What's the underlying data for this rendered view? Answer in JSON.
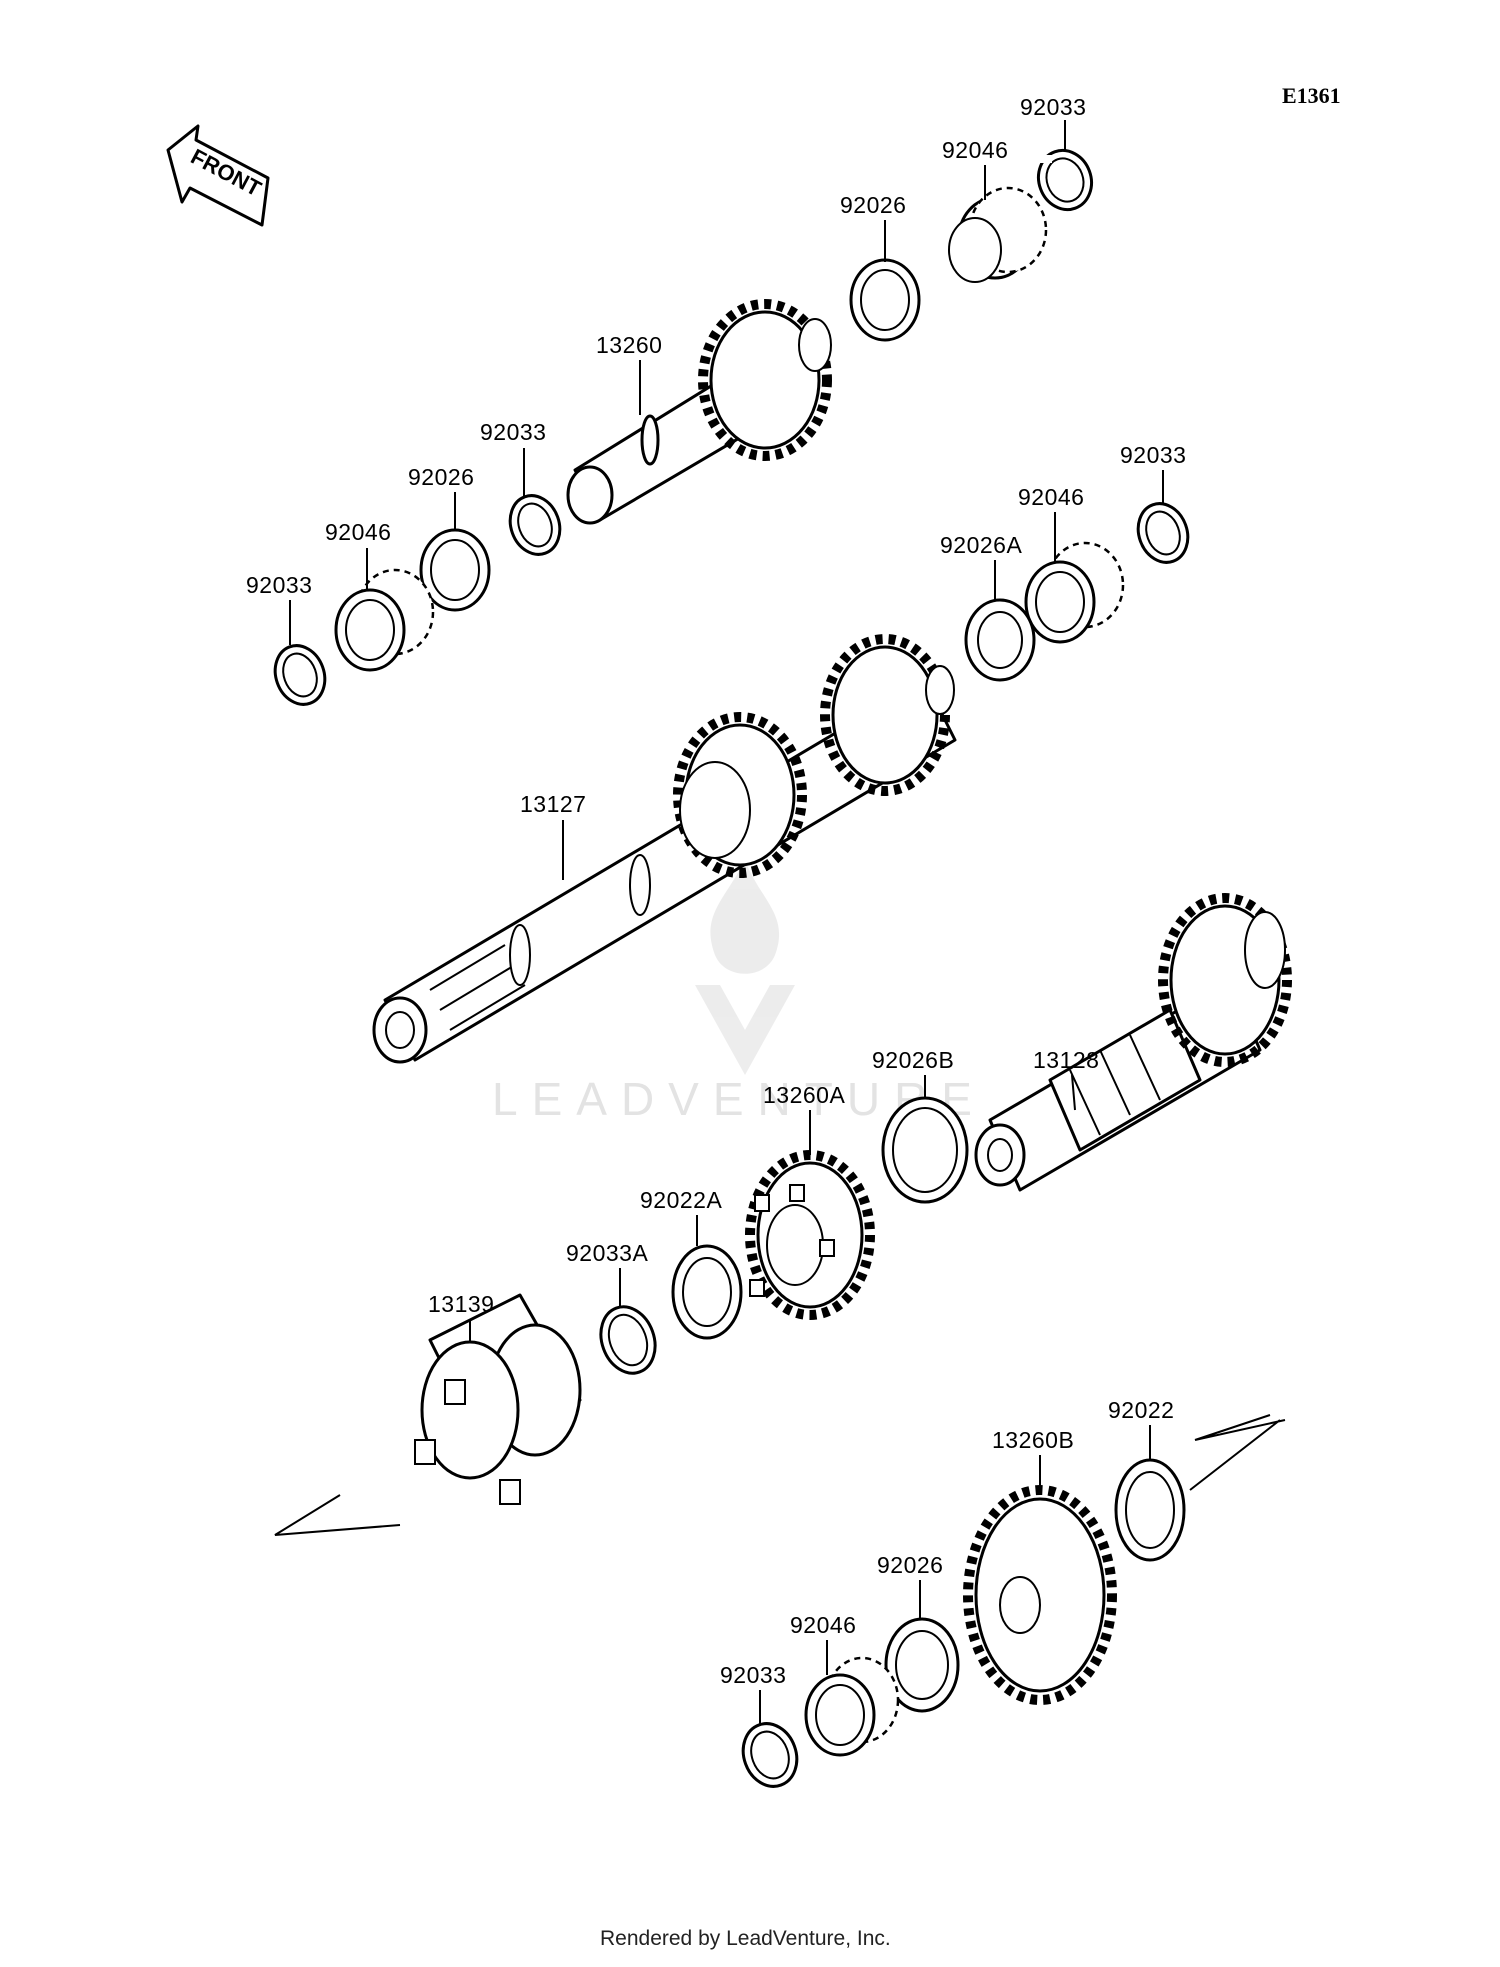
{
  "diagram": {
    "ref_code": "E1361",
    "front_label": "FRONT",
    "watermark": "LEADVENTURE",
    "footer": "Rendered by LeadVenture, Inc.",
    "labels": [
      {
        "id": "l1",
        "text": "92033"
      },
      {
        "id": "l2",
        "text": "92046"
      },
      {
        "id": "l3",
        "text": "92026"
      },
      {
        "id": "l4",
        "text": "13260"
      },
      {
        "id": "l5",
        "text": "92033"
      },
      {
        "id": "l6",
        "text": "92026"
      },
      {
        "id": "l7",
        "text": "92046"
      },
      {
        "id": "l8",
        "text": "92033"
      },
      {
        "id": "l9",
        "text": "92033"
      },
      {
        "id": "l10",
        "text": "92046"
      },
      {
        "id": "l11",
        "text": "92026A"
      },
      {
        "id": "l12",
        "text": "13127"
      },
      {
        "id": "l13",
        "text": "13128"
      },
      {
        "id": "l14",
        "text": "92026B"
      },
      {
        "id": "l15",
        "text": "13260A"
      },
      {
        "id": "l16",
        "text": "92022A"
      },
      {
        "id": "l17",
        "text": "92033A"
      },
      {
        "id": "l18",
        "text": "13139"
      },
      {
        "id": "l19",
        "text": "92022"
      },
      {
        "id": "l20",
        "text": "13260B"
      },
      {
        "id": "l21",
        "text": "92026"
      },
      {
        "id": "l22",
        "text": "92046"
      },
      {
        "id": "l23",
        "text": "92033"
      }
    ]
  }
}
